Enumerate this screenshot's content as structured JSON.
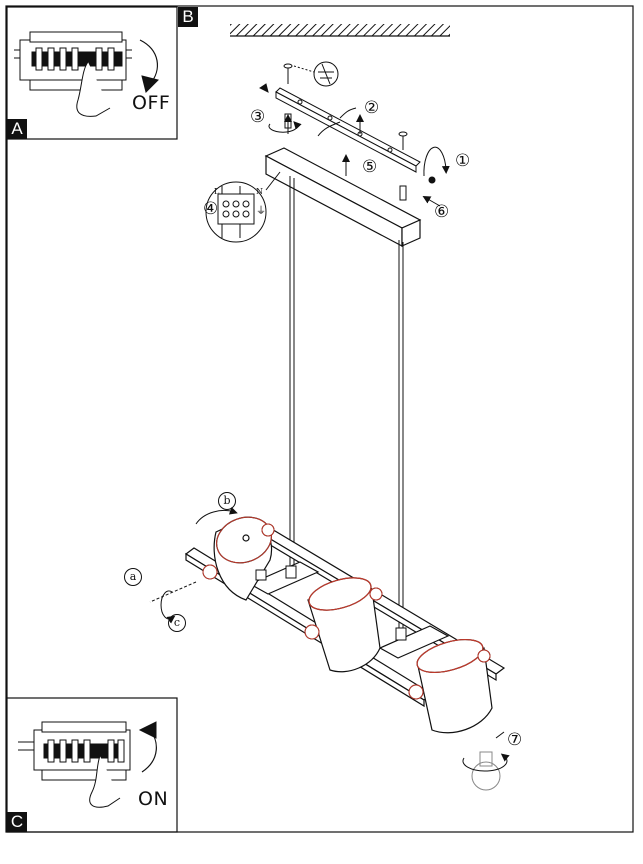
{
  "panels": {
    "a_label": "A",
    "b_label": "B",
    "c_label": "C",
    "off_text": "OFF",
    "on_text": "ON"
  },
  "steps": {
    "s1": "①",
    "s2": "②",
    "s3": "③",
    "s4": "④",
    "s5": "⑤",
    "s6": "⑥",
    "s7": "⑦",
    "sa": "a",
    "sb": "b",
    "sc": "c"
  },
  "terminal": {
    "l": "L",
    "n": "N",
    "earth": "⏚"
  },
  "colors": {
    "line": "#111111",
    "accent": "#c0392b",
    "panel": "#111111"
  }
}
